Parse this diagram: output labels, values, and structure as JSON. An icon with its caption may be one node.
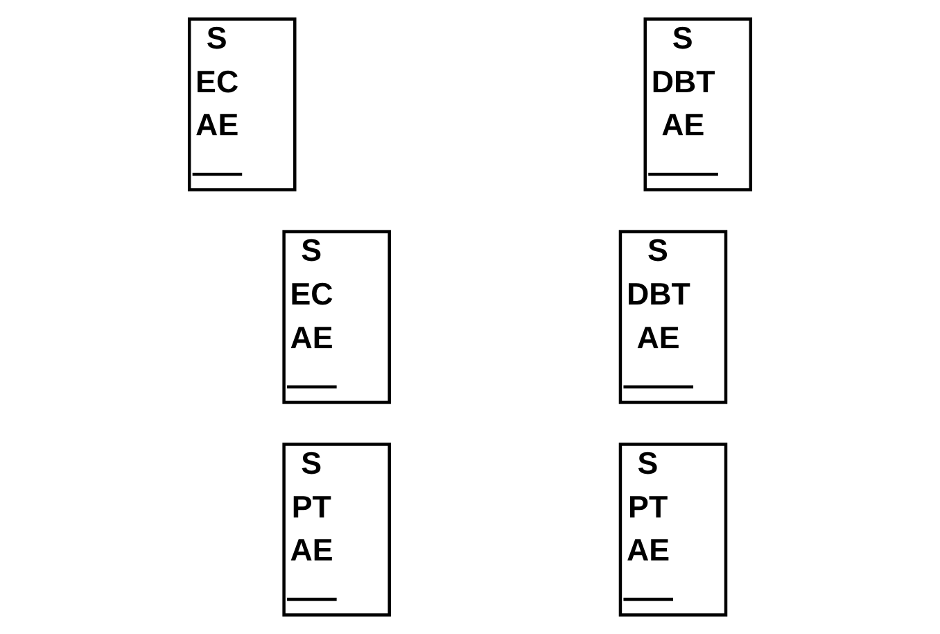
{
  "diagram": {
    "nodes": [
      {
        "text": [
          "S",
          "EC",
          "AE"
        ]
      },
      {
        "text": [
          "S",
          "EC",
          "AE"
        ]
      },
      {
        "text": [
          "S",
          "PT",
          "AE"
        ]
      },
      {
        "text": [
          "S",
          "PT",
          "AE"
        ]
      },
      {
        "text": [
          "S",
          "DBT",
          "AE"
        ]
      },
      {
        "text": [
          "S",
          "DBT",
          "AE"
        ]
      }
    ],
    "edges": []
  }
}
